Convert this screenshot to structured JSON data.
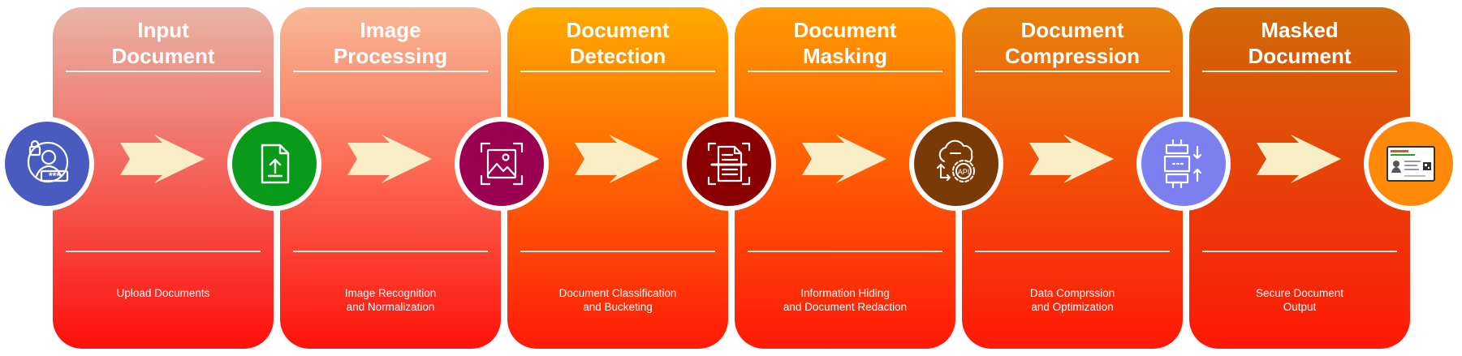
{
  "steps": [
    {
      "title": "Input\nDocument",
      "description": "Upload Documents",
      "icon": "user-password-icon",
      "circle_color": "#4a5bbf",
      "gradient": [
        "#e8b4a6",
        "#ff0f0a"
      ]
    },
    {
      "title": "Image\nProcessing",
      "description": "Image Recognition\nand Normalization",
      "icon": "file-upload-icon",
      "circle_color": "#0a9a1a",
      "gradient": [
        "#f8b896",
        "#ff120a"
      ]
    },
    {
      "title": "Document\nDetection",
      "description": "Document Classification\nand Bucketing",
      "icon": "image-scan-icon",
      "circle_color": "#9b0050",
      "gradient": [
        "#ffaa00",
        "#ff1a08"
      ]
    },
    {
      "title": "Document\nMasking",
      "description": "Information Hiding\nand  Document Redaction",
      "icon": "document-scan-icon",
      "circle_color": "#8a0000",
      "gradient": [
        "#ff9a00",
        "#ff1808"
      ]
    },
    {
      "title": "Document\nCompression",
      "description": "Data Comprssion\nand Optimization",
      "icon": "cloud-api-icon",
      "circle_color": "#7a3a06",
      "gradient": [
        "#e8830a",
        "#ff1808"
      ]
    },
    {
      "title": "Masked\nDocument",
      "description": "Secure Document\nOutput",
      "icon": "compression-icon",
      "circle_color": "#7b7ff0",
      "gradient": [
        "#d06a08",
        "#ff1808"
      ]
    }
  ],
  "final_icon": {
    "icon": "id-card-icon",
    "circle_color": "#ff8a0a"
  },
  "arrow_color": "#f8edc4"
}
